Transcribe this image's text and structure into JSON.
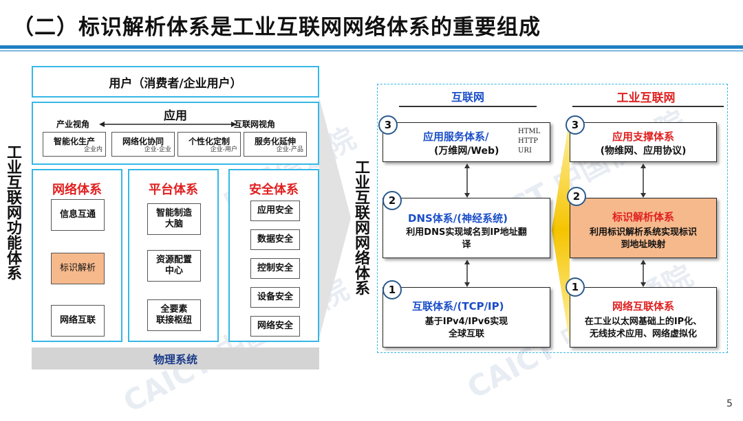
{
  "title": "（二）标识解析体系是工业互联网网络体系的重要组成",
  "page_number": "5",
  "watermark": {
    "brand": "CAICT",
    "cn": "中国信通院"
  },
  "left_diagram": {
    "vertical_label": "工业互联网功能体系",
    "user_label": "用户（消费者/企业用户）",
    "app": {
      "title": "应用",
      "left_view": "产业视角",
      "right_view": "互联网视角",
      "items": [
        {
          "label": "智能化生产",
          "sub": "企业内"
        },
        {
          "label": "网络化协同",
          "sub": "企业-企业"
        },
        {
          "label": "个性化定制",
          "sub": "企业-用户"
        },
        {
          "label": "服务化延伸",
          "sub": "企业-产品"
        }
      ]
    },
    "columns": [
      {
        "title": "网络体系",
        "items": [
          "信息互通",
          "标识解析",
          "网络互联"
        ]
      },
      {
        "title": "平台体系",
        "items": [
          "智能制造\n大脑",
          "资源配置\n中心",
          "全要素\n联接枢纽"
        ]
      },
      {
        "title": "安全体系",
        "items": [
          "应用安全",
          "数据安全",
          "控制安全",
          "设备安全",
          "网络安全"
        ]
      }
    ],
    "physical": "物理系统"
  },
  "center_label": "工业互联网网络体系",
  "right_diagram": {
    "internet_header": "互联网",
    "iiot_header": "工业互联网",
    "left_stack": [
      {
        "num": "3",
        "title": "应用服务体系/",
        "line2": "(万维网/Web)",
        "code": [
          "HTML",
          "HTTP",
          "URI"
        ]
      },
      {
        "num": "2",
        "title": "DNS体系/(神经系统)",
        "line2": "利用DNS实现域名到IP地址翻",
        "line3": "译"
      },
      {
        "num": "1",
        "title": "互联体系/(TCP/IP)",
        "line2": "基于IPv4/IPv6实现",
        "line3": "全球互联"
      }
    ],
    "right_stack": [
      {
        "num": "3",
        "title": "应用支撑体系",
        "line2": "(物维网、应用协议)"
      },
      {
        "num": "2",
        "title": "标识解析体系",
        "line2": "利用标识解析系统实现标识",
        "line3": "到地址映射"
      },
      {
        "num": "1",
        "title": "网络互联体系",
        "line2": "在工业以太网基础上的IP化、",
        "line3": "无线技术应用、网络虚拟化"
      }
    ]
  },
  "colors": {
    "accent_blue": "#1f7fc1",
    "cyan": "#35b7e6",
    "red": "#e02020",
    "orange": "#f6b98c",
    "gold": "#f5c400"
  }
}
